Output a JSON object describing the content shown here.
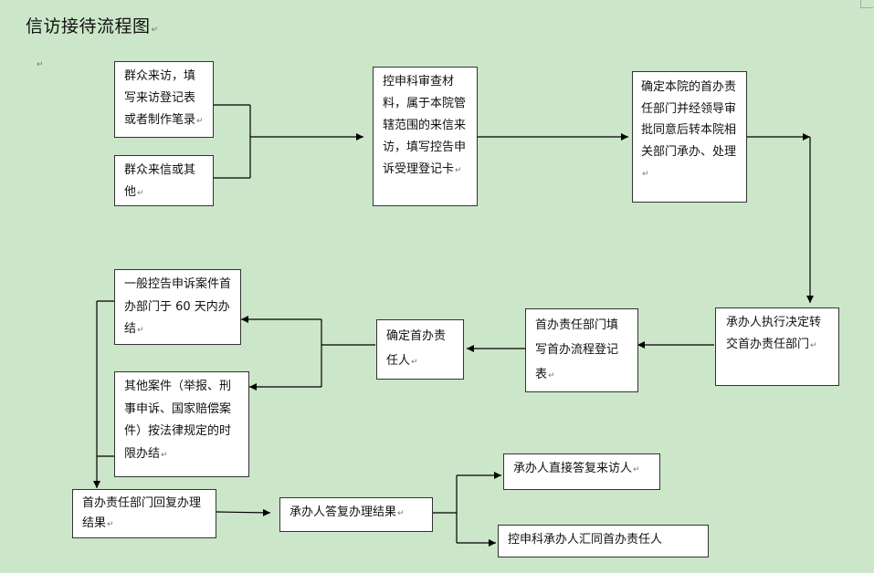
{
  "title": "信访接待流程图",
  "para_mark": "↵",
  "nodes": {
    "visit": "群众来访，填写来访登记表或者制作笔录",
    "letter": "群众来信或其他",
    "review": "控申科审查材料，属于本院管辖范围的来信来访，填写控告申诉受理登记卡",
    "determine": "确定本院的首办责任部门并经领导审批同意后转本院相关部门承办、处理",
    "handler_exec": "承办人执行决定转交首办责任部门",
    "fill_form": "首办责任部门填写首办流程登记表",
    "assign": "确定首办责任人",
    "case60": "一般控告申诉案件首办部门于 60 天内办结",
    "other_cases": "其他案件（举报、刑事申诉、国家赔偿案件）按法律规定的时限办结",
    "reply": "首办责任部门回复办理结果",
    "answer": "承办人答复办理结果",
    "direct": "承办人直接答复来访人",
    "together": "控申科承办人汇同首办责任人"
  }
}
